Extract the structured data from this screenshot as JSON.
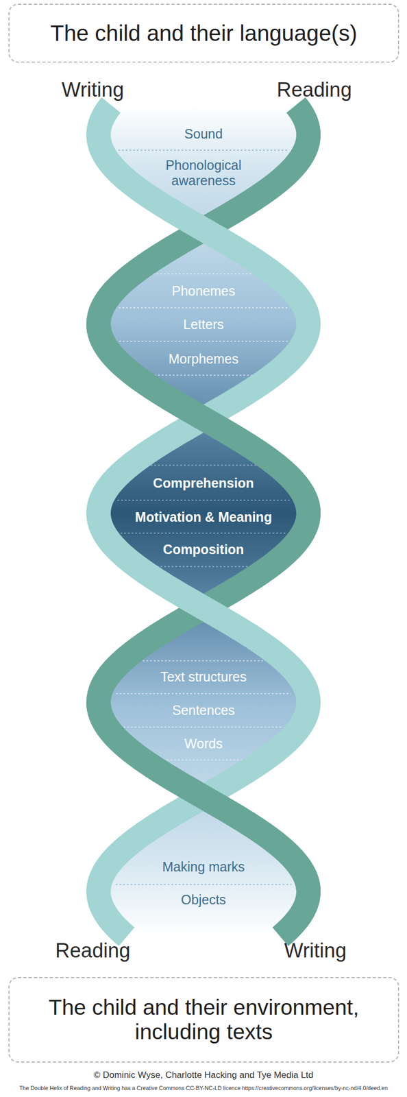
{
  "diagram": {
    "nodes": [
      {
        "text": [
          "The child and their language(s)"
        ]
      },
      {
        "text": [
          "Sound",
          "Phonological awareness"
        ]
      },
      {
        "text": [
          "Phonemes",
          "Letters",
          "Morphemes"
        ]
      },
      {
        "text": [
          "Comprehension",
          "Motivation & Meaning",
          "Composition"
        ]
      },
      {
        "text": [
          "Text structures",
          "Sentences",
          "Words"
        ]
      },
      {
        "text": [
          "Making marks",
          "Objects"
        ]
      },
      {
        "text": [
          "The child and their environment, including texts"
        ]
      }
    ],
    "labels": [
      "Writing",
      "Reading",
      "Reading",
      "Writing",
      "© Dominic Wyse, Charlotte Hacking and Tye Media Ltd",
      "The Double Helix of Reading and Writing has a Creative Commons CC-BY-NC-LD licence https://creativecommons.org/licenses/by-nc-nd/4.0/deed.en"
    ]
  }
}
